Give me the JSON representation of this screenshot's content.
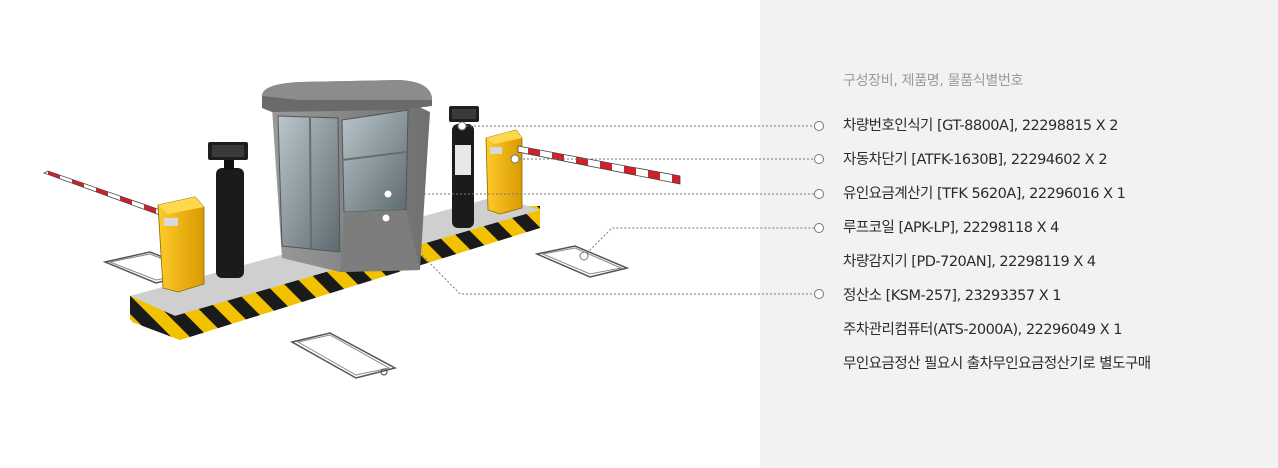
{
  "heading": "구성장비, 제품명, 물품식별번호",
  "specs": [
    "차량번호인식기 [GT-8800A], 22298815 X 2",
    "자동차단기 [ATFK-1630B], 22294602 X 2",
    "유인요금계산기 [TFK 5620A], 22296016 X 1",
    "루프코일 [APK-LP], 22298118 X 4",
    "차량감지기 [PD-720AN], 22298119 X 4",
    "정산소 [KSM-257], 23293357 X 1",
    "주차관리컴퓨터(ATS-2000A), 22296049 X 1",
    "무인요금정산 필요시 출차무인요금정산기로 별도구매"
  ],
  "colors": {
    "panel_background": "#f2f2f2",
    "accent_yellow": "#f2b800",
    "hazard_black": "#1a1a1a",
    "barrier_red": "#d0202a",
    "callout_line": "#777777"
  }
}
